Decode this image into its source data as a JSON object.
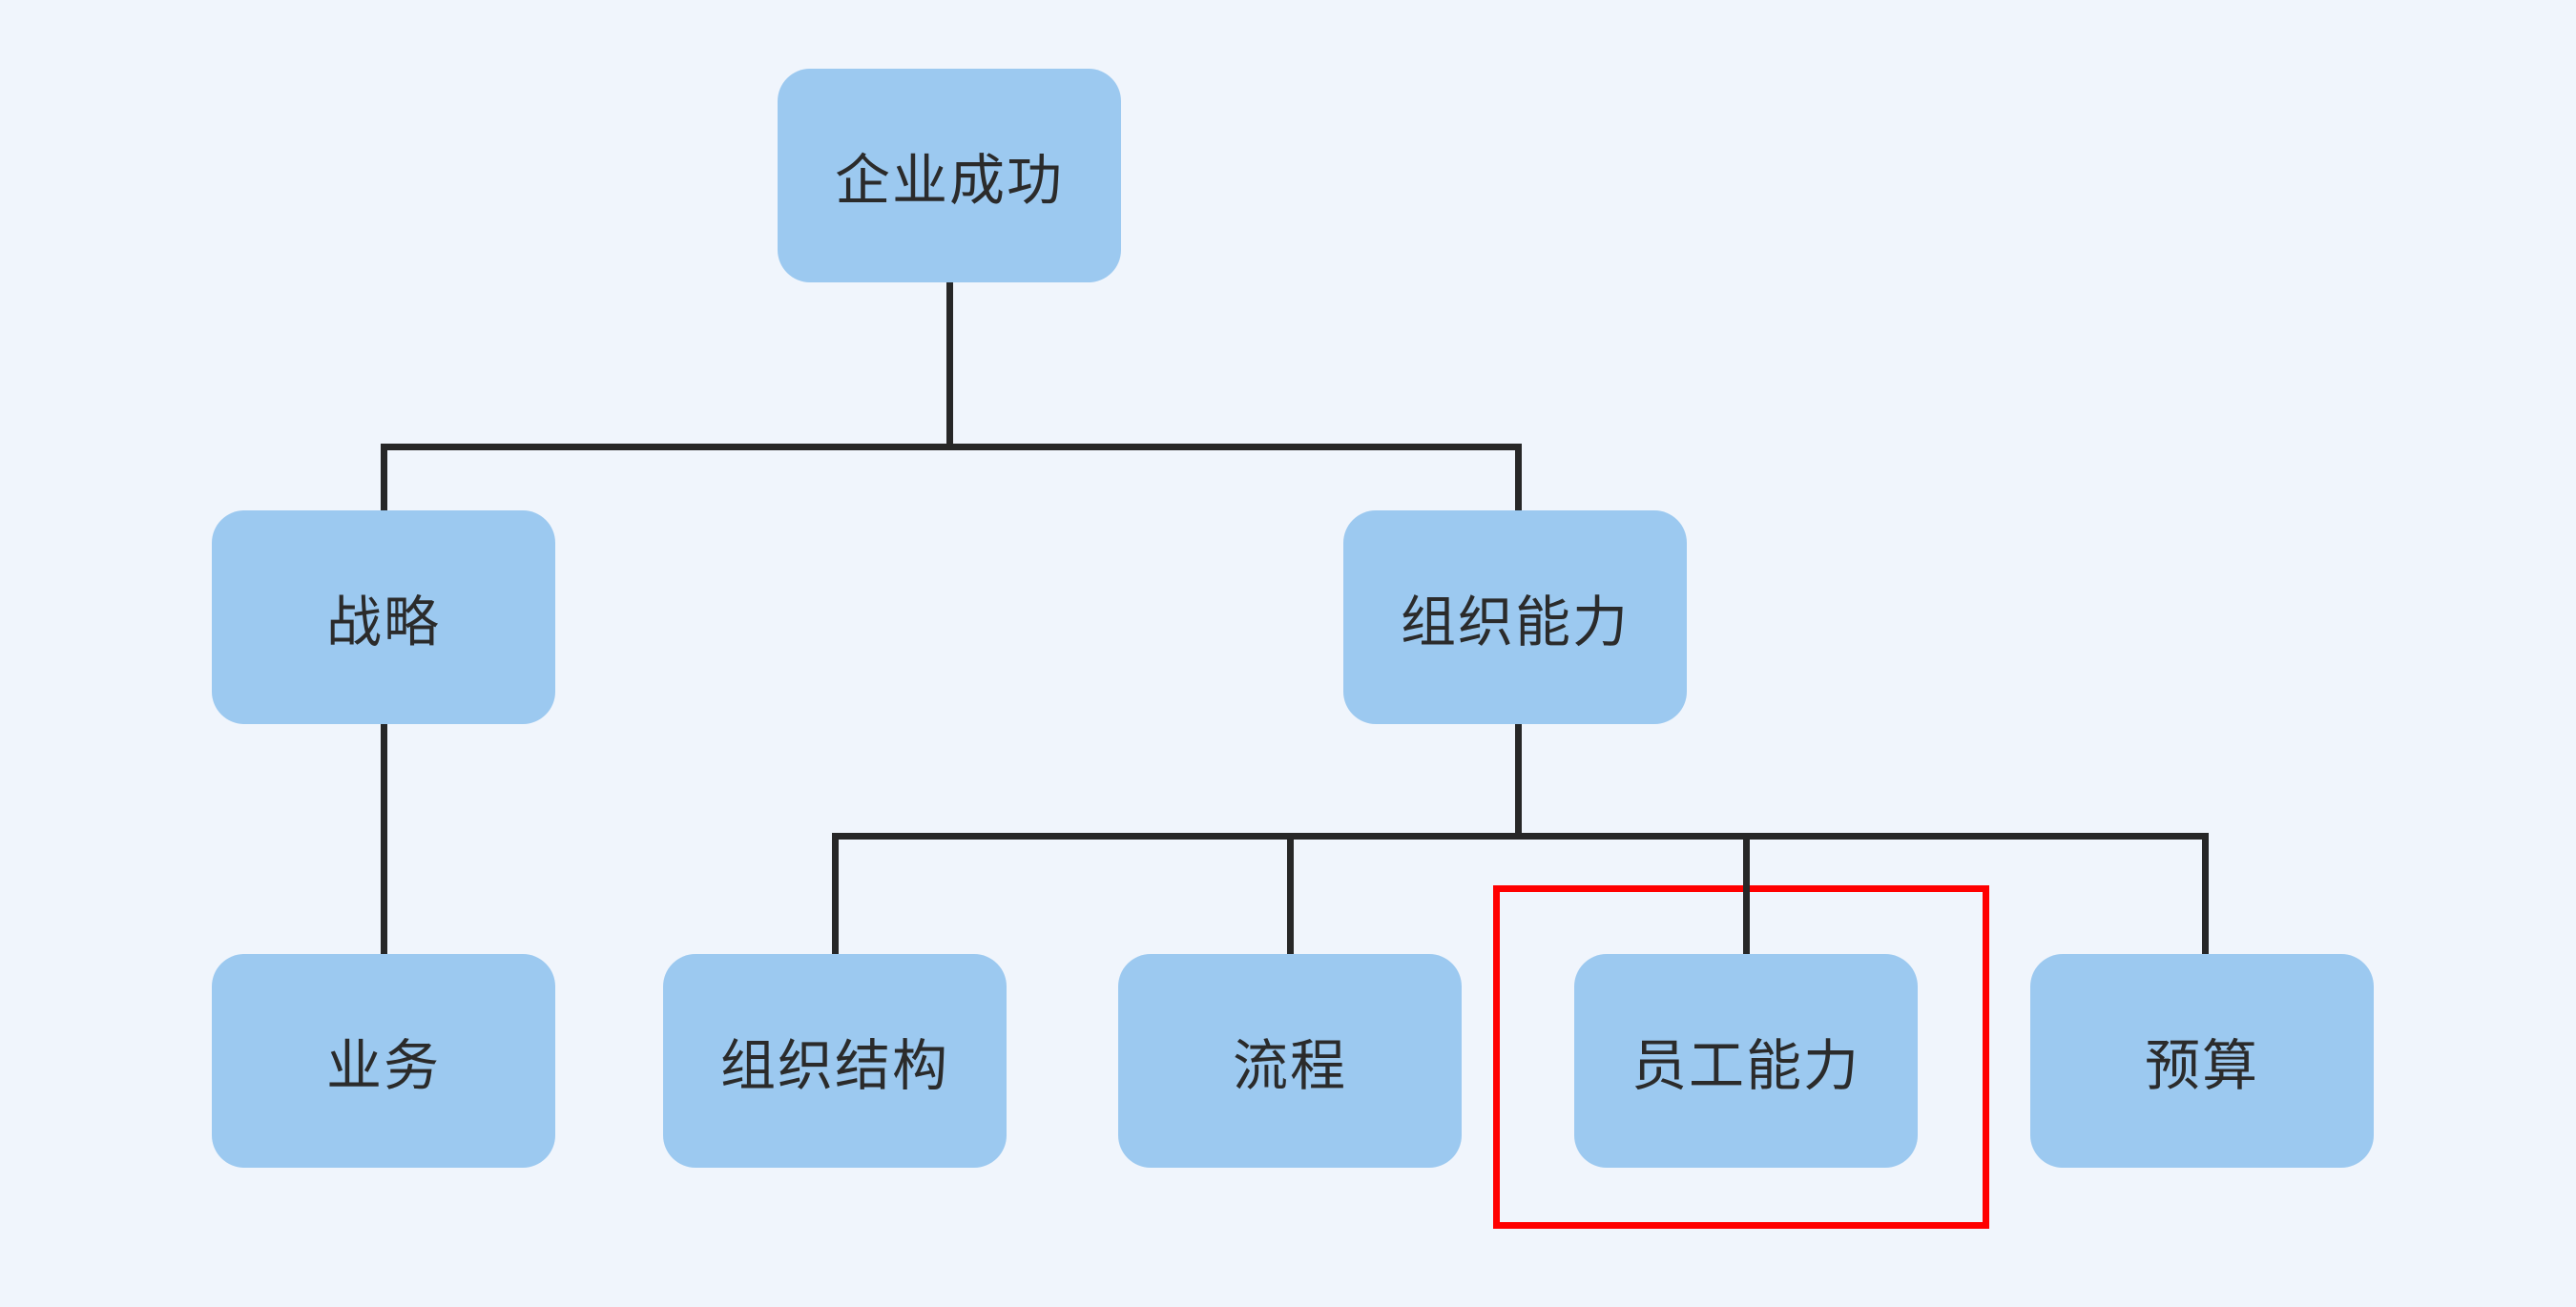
{
  "diagram": {
    "type": "tree",
    "colors": {
      "background": "#F0F5FC",
      "node_fill": "#9CC9F0",
      "node_text": "#2B2B2B",
      "connector": "#272727",
      "highlight": "#FF0000"
    },
    "nodes": [
      {
        "id": "enterprise-success",
        "label": "企业成功",
        "level": 1,
        "highlighted": false
      },
      {
        "id": "strategy",
        "label": "战略",
        "level": 2,
        "highlighted": false
      },
      {
        "id": "organizational-capability",
        "label": "组织能力",
        "level": 2,
        "highlighted": false
      },
      {
        "id": "business",
        "label": "业务",
        "level": 3,
        "highlighted": false
      },
      {
        "id": "organizational-structure",
        "label": "组织结构",
        "level": 3,
        "highlighted": false
      },
      {
        "id": "process",
        "label": "流程",
        "level": 3,
        "highlighted": false
      },
      {
        "id": "employee-capability",
        "label": "员工能力",
        "level": 3,
        "highlighted": true
      },
      {
        "id": "budget",
        "label": "预算",
        "level": 3,
        "highlighted": false
      }
    ],
    "edges": [
      {
        "from": "enterprise-success",
        "to": "strategy"
      },
      {
        "from": "enterprise-success",
        "to": "organizational-capability"
      },
      {
        "from": "strategy",
        "to": "business"
      },
      {
        "from": "organizational-capability",
        "to": "organizational-structure"
      },
      {
        "from": "organizational-capability",
        "to": "process"
      },
      {
        "from": "organizational-capability",
        "to": "employee-capability"
      },
      {
        "from": "organizational-capability",
        "to": "budget"
      }
    ],
    "highlighted_node": "employee-capability"
  }
}
